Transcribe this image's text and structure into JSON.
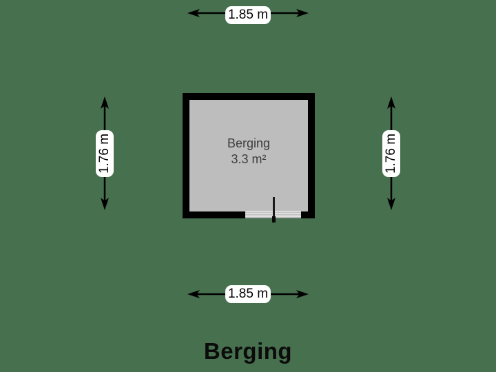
{
  "floor_plan": {
    "title": "Berging",
    "room": {
      "name": "Berging",
      "area": "3.3 m²"
    },
    "dimensions": {
      "top": "1.85 m",
      "bottom": "1.85 m",
      "left": "1.76 m",
      "right": "1.76 m"
    }
  },
  "colors": {
    "background": "#47704E",
    "wall": "#000000",
    "floor": "#BDBDBD",
    "dimension_label_bg": "#FFFFFF",
    "dimension_text": "#000000",
    "room_label_text": "#3C3C3C",
    "title_text": "#0B0B0B",
    "threshold_stripe": "#8C8C8C"
  }
}
